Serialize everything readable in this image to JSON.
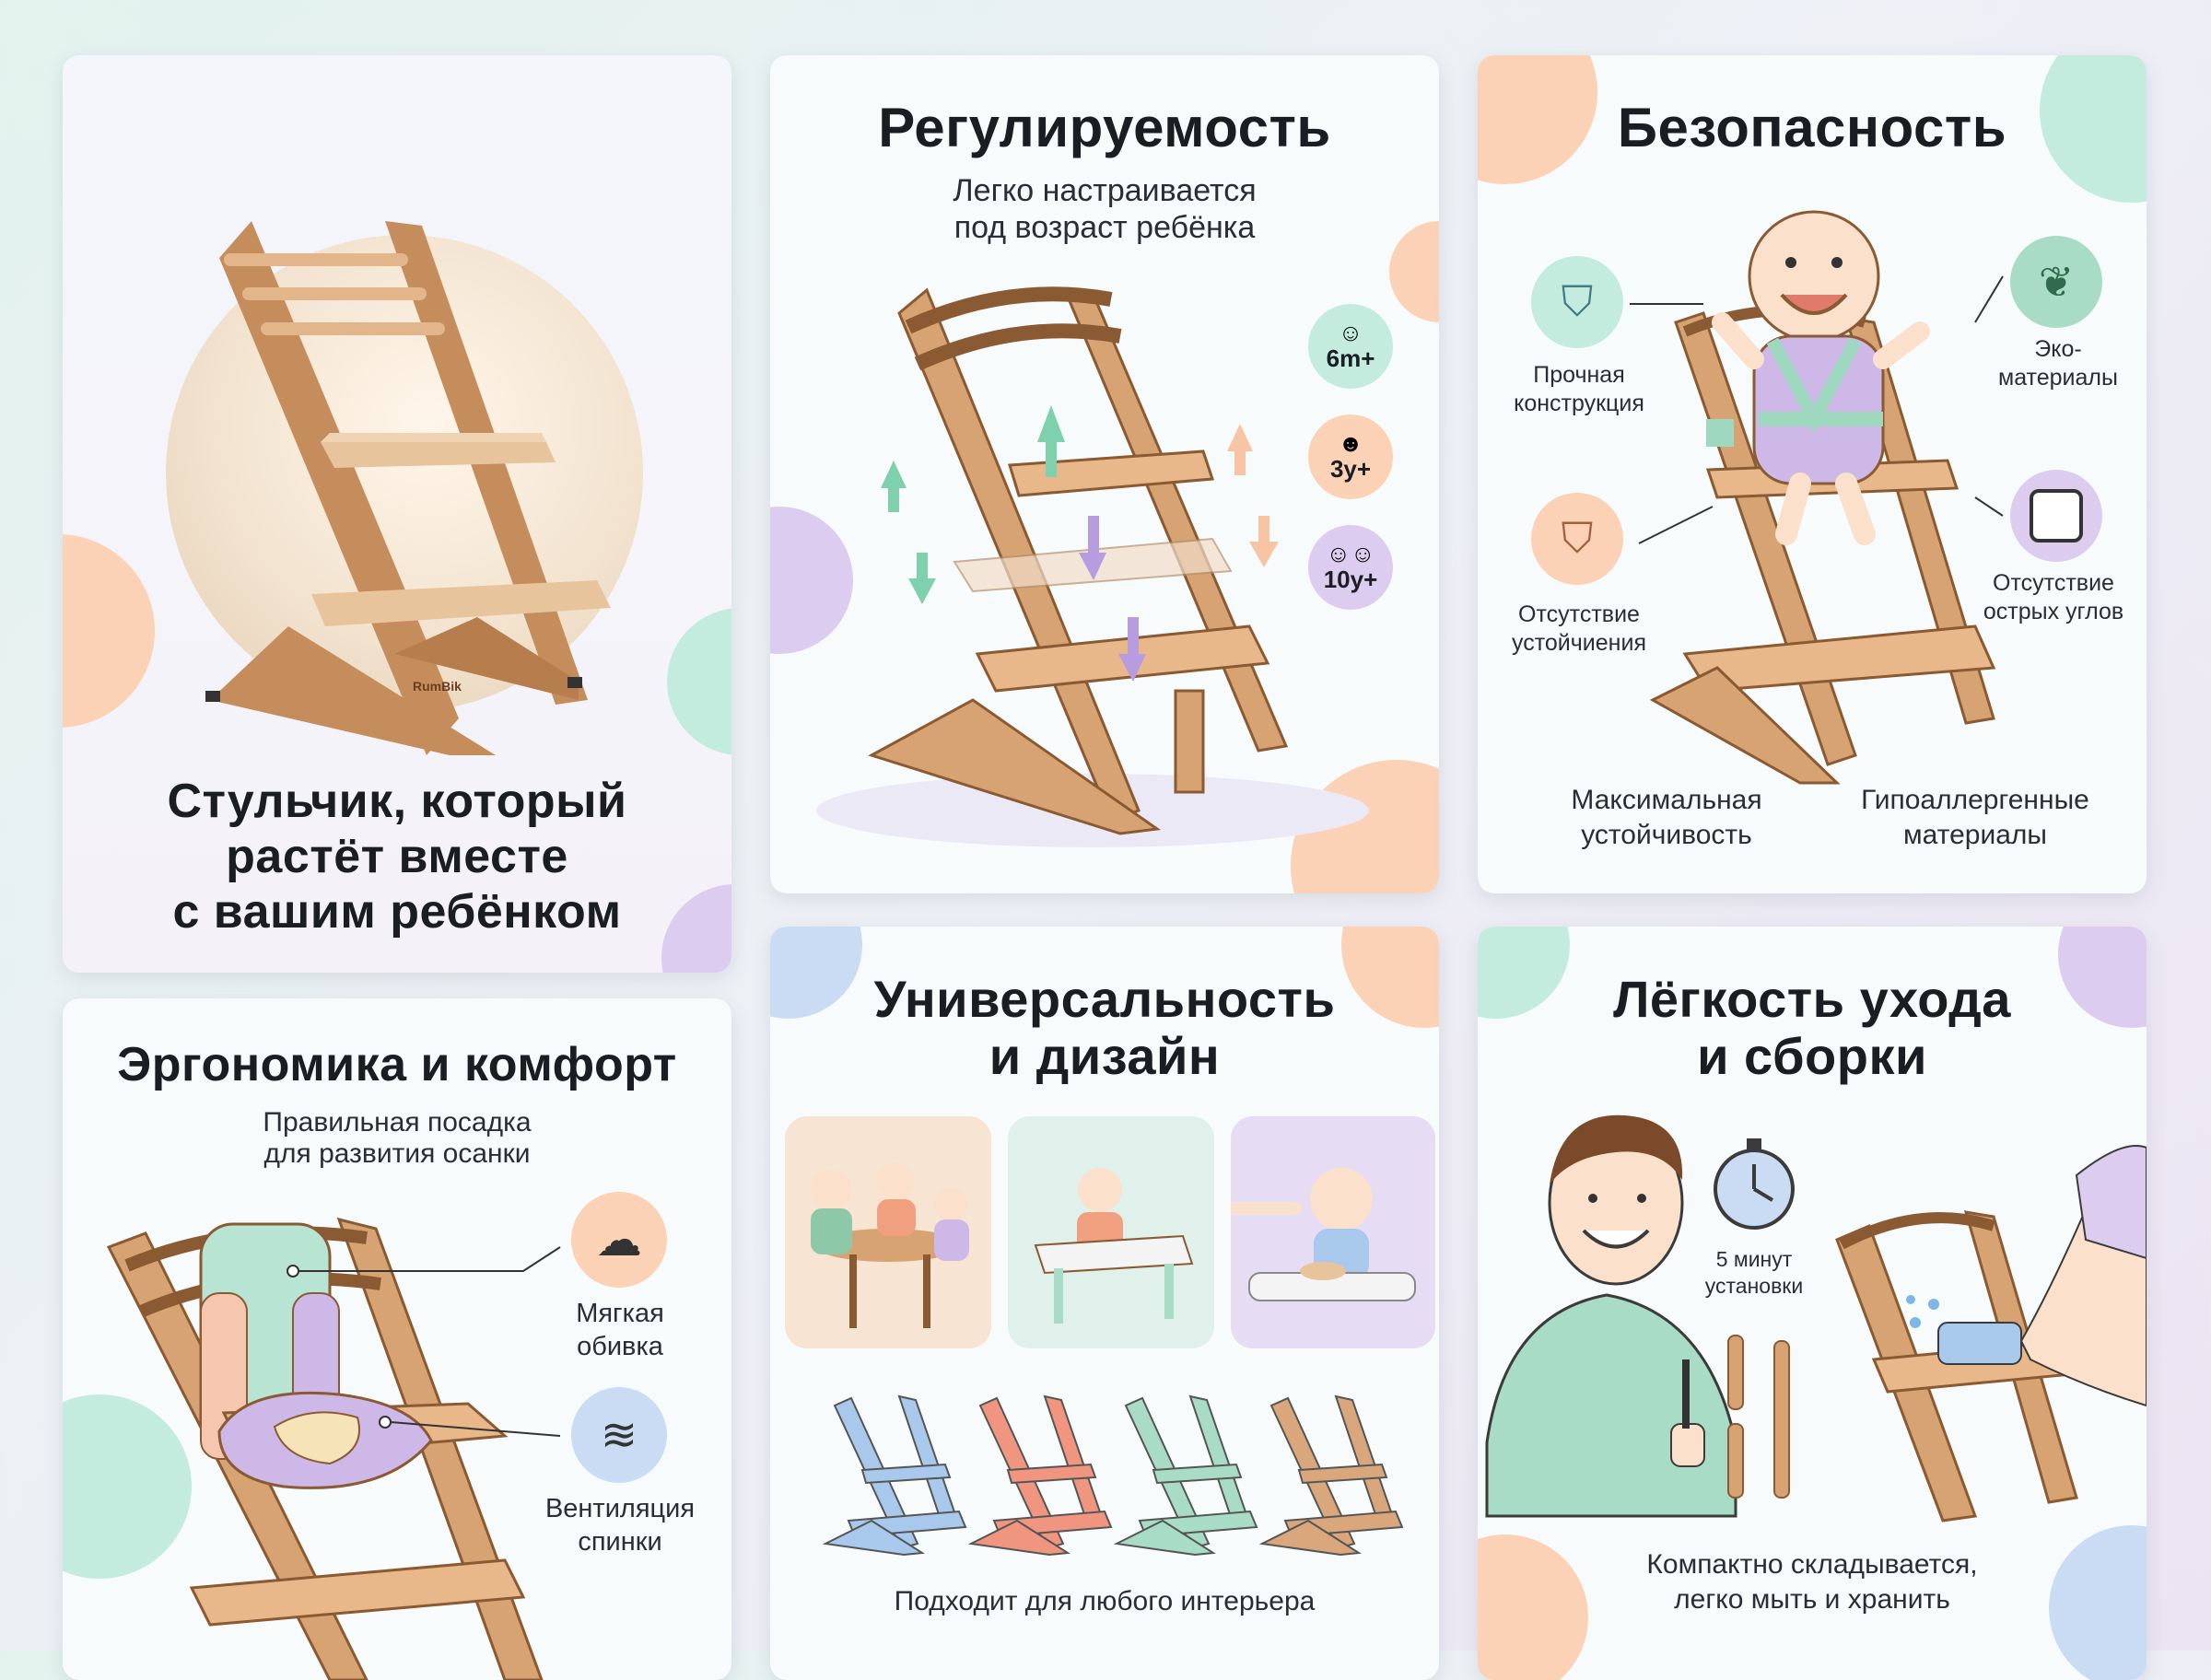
{
  "colors": {
    "wood": "#d8a373",
    "wood_dark": "#8a5a33",
    "peach": "#fbd2b6",
    "mint": "#c3ecdf",
    "lilac": "#dccdf0",
    "blue": "#c9dcf3"
  },
  "card1": {
    "title_lines": [
      "Стульчик, который",
      "растёт вместе",
      "с вашим ребёнком"
    ],
    "brand": "RumBik"
  },
  "card2": {
    "title": "Регулируемость",
    "subtitle_lines": [
      "Легко настраивается",
      "под возраст ребёнка"
    ],
    "ages": [
      {
        "label": "6m+",
        "icon": "baby-icon"
      },
      {
        "label": "3y+",
        "icon": "child-icon"
      },
      {
        "label": "10y+",
        "icon": "kids-icon"
      }
    ]
  },
  "card3": {
    "title": "Безопасность",
    "features": [
      {
        "label_lines": [
          "Прочная",
          "конструкция"
        ],
        "icon": "shield-check-icon"
      },
      {
        "label_lines": [
          "Эко-",
          "материалы"
        ],
        "icon": "leaf-icon"
      },
      {
        "label_lines": [
          "Отсутствие",
          "устойчиения"
        ],
        "icon": "shield-check-icon"
      },
      {
        "label_lines": [
          "Отсутствие",
          "острых углов"
        ],
        "icon": "rounded-corner-icon"
      }
    ],
    "bottom": [
      {
        "lines": [
          "Максимальная",
          "устойчивость"
        ]
      },
      {
        "lines": [
          "Гипоаллергенные",
          "материалы"
        ]
      }
    ]
  },
  "card4": {
    "title": "Эргономика и комфорт",
    "subtitle_lines": [
      "Правильная посадка",
      "для развития осанки"
    ],
    "features": [
      {
        "label_lines": [
          "Мягкая",
          "обивка"
        ],
        "icon": "cloud-icon"
      },
      {
        "label_lines": [
          "Вентиляция",
          "спинки"
        ],
        "icon": "wind-icon"
      }
    ]
  },
  "card5": {
    "title_lines": [
      "Универсальность",
      "и дизайн"
    ],
    "caption": "Подходит для любого интерьера",
    "chair_colors": [
      "#a8c8ec",
      "#f0957f",
      "#a9dcc6",
      "#d9a77b"
    ]
  },
  "card6": {
    "title_lines": [
      "Лёгкость ухода",
      "и сборки"
    ],
    "timer_lines": [
      "5 минут",
      "установки"
    ],
    "caption_lines": [
      "Компактно складывается,",
      "легко мыть и хранить"
    ]
  }
}
